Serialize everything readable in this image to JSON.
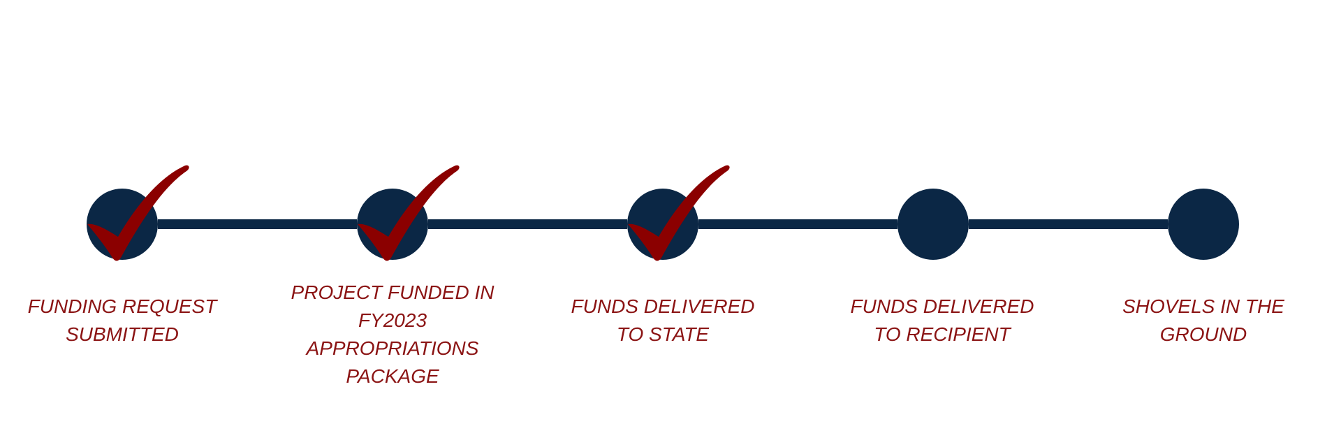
{
  "title": "Project funding progress timeline",
  "colors": {
    "node": "#0b2745",
    "connector": "#0b2745",
    "check": "#8b0000",
    "label": "#8b1414",
    "background": "#ffffff"
  },
  "steps": [
    {
      "lines": [
        "FUNDING REQUEST",
        "SUBMITTED"
      ],
      "completed": true,
      "icon": "checkmark-icon"
    },
    {
      "lines": [
        "PROJECT FUNDED IN",
        "FY2023",
        "APPROPRIATIONS",
        "PACKAGE"
      ],
      "completed": true,
      "icon": "checkmark-icon"
    },
    {
      "lines": [
        "FUNDS DELIVERED",
        "TO STATE"
      ],
      "completed": true,
      "icon": "checkmark-icon"
    },
    {
      "lines": [
        "FUNDS DELIVERED",
        "TO RECIPIENT"
      ],
      "completed": false,
      "icon": null
    },
    {
      "lines": [
        "SHOVELS IN THE",
        "GROUND"
      ],
      "completed": false,
      "icon": null
    }
  ]
}
